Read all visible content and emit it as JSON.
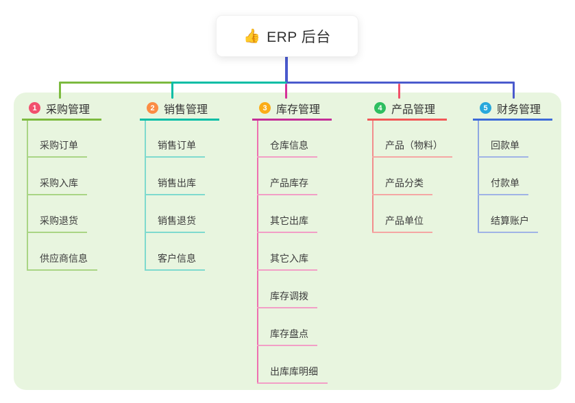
{
  "root": {
    "icon_glyph": "👍",
    "title": "ERP 后台"
  },
  "colors": {
    "page_bg": "#ffffff",
    "panel_bg": "#E8F5DF",
    "stem": "#4A5ACD",
    "header_text": "#333333",
    "item_text": "#3C3C3C"
  },
  "branches": [
    {
      "badge": "1",
      "label": "采购管理",
      "badge_color": "#F2506E",
      "main_color": "#7CBA3F",
      "connector_color": "#7CBA3F",
      "line_color": "#A9D584",
      "vline_color": "#A9D584",
      "items": [
        "采购订单",
        "采购入库",
        "采购退货",
        "供应商信息"
      ]
    },
    {
      "badge": "2",
      "label": "销售管理",
      "badge_color": "#FB8C44",
      "main_color": "#00BDA5",
      "connector_color": "#00BDA5",
      "line_color": "#7EDACE",
      "vline_color": "#7EDACE",
      "items": [
        "销售订单",
        "销售出库",
        "销售退货",
        "客户信息"
      ]
    },
    {
      "badge": "3",
      "label": "库存管理",
      "badge_color": "#FBAD18",
      "main_color": "#C42E98",
      "connector_color": "#D63098",
      "line_color": "#F29EC6",
      "vline_color": "#EE6FB0",
      "items": [
        "仓库信息",
        "产品库存",
        "其它出库",
        "其它入库",
        "库存调拨",
        "库存盘点",
        "出库库明细"
      ]
    },
    {
      "badge": "4",
      "label": "产品管理",
      "badge_color": "#2EBE60",
      "main_color": "#F25757",
      "connector_color": "#F0506A",
      "line_color": "#F5A6A3",
      "vline_color": "#F28C8C",
      "items": [
        "产品（物料）",
        "产品分类",
        "产品单位"
      ]
    },
    {
      "badge": "5",
      "label": "财务管理",
      "badge_color": "#28A8DC",
      "main_color": "#3D6AD8",
      "connector_color": "#4A5ACD",
      "line_color": "#9FB3E6",
      "vline_color": "#8EA6E2",
      "items": [
        "回款单",
        "付款单",
        "结算账户"
      ]
    }
  ]
}
